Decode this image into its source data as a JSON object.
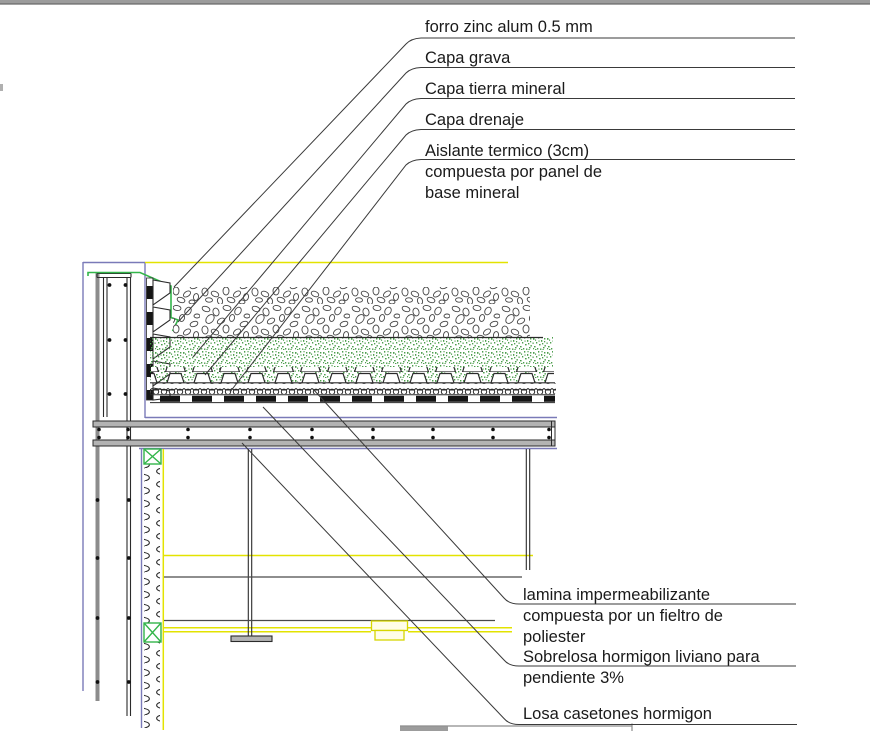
{
  "drawing": {
    "kind": "roof-construction-detail-section",
    "colors": {
      "line": "#2b2b2b",
      "annotation_line": "#3a3a3a",
      "blue_boundary": "#7a7ab8",
      "yellow_line": "#e3e300",
      "green_flashing": "#33b54a",
      "green_speckle": "#4d9e4d",
      "gray_fill": "#b3b3b3",
      "top_bar": "#9c9c9c"
    }
  },
  "annotations": [
    {
      "id": "forro-zinc",
      "lines": [
        "forro zinc alum 0.5 mm"
      ]
    },
    {
      "id": "capa-grava",
      "lines": [
        "Capa grava"
      ]
    },
    {
      "id": "capa-tierra",
      "lines": [
        "Capa tierra mineral"
      ]
    },
    {
      "id": "capa-drenaje",
      "lines": [
        "Capa drenaje"
      ]
    },
    {
      "id": "aislante",
      "lines": [
        "Aislante termico (3cm)",
        "compuesta por panel de",
        "base mineral"
      ]
    },
    {
      "id": "lamina",
      "lines": [
        "lamina impermeabilizante",
        "compuesta por un fieltro de",
        "poliester"
      ]
    },
    {
      "id": "sobrelosa",
      "lines": [
        "Sobrelosa hormigon liviano para",
        "pendiente 3%"
      ]
    },
    {
      "id": "losa",
      "lines": [
        "Losa casetones hormigon"
      ]
    }
  ]
}
